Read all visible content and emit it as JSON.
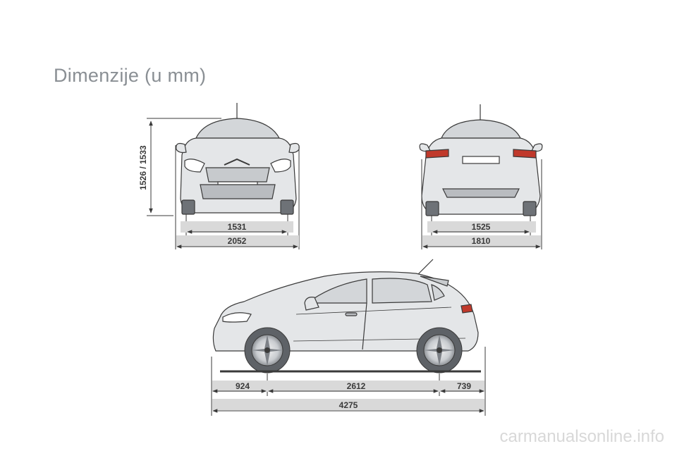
{
  "page": {
    "title": "Dimenzije (u mm)",
    "watermark": "carmanualsonline.info"
  },
  "front_view": {
    "height": "1526 / 1533",
    "track": "1531",
    "width": "2052"
  },
  "rear_view": {
    "track": "1525",
    "width": "1810"
  },
  "side_view": {
    "front_overhang": "924",
    "wheelbase": "2612",
    "rear_overhang": "739",
    "length": "4275"
  },
  "colors": {
    "title": "#8a8f94",
    "body_fill": "#e4e6e8",
    "body_stroke": "#3a3a3a",
    "dim_bar": "#d9d9d9",
    "tail_light": "#c0392b"
  }
}
